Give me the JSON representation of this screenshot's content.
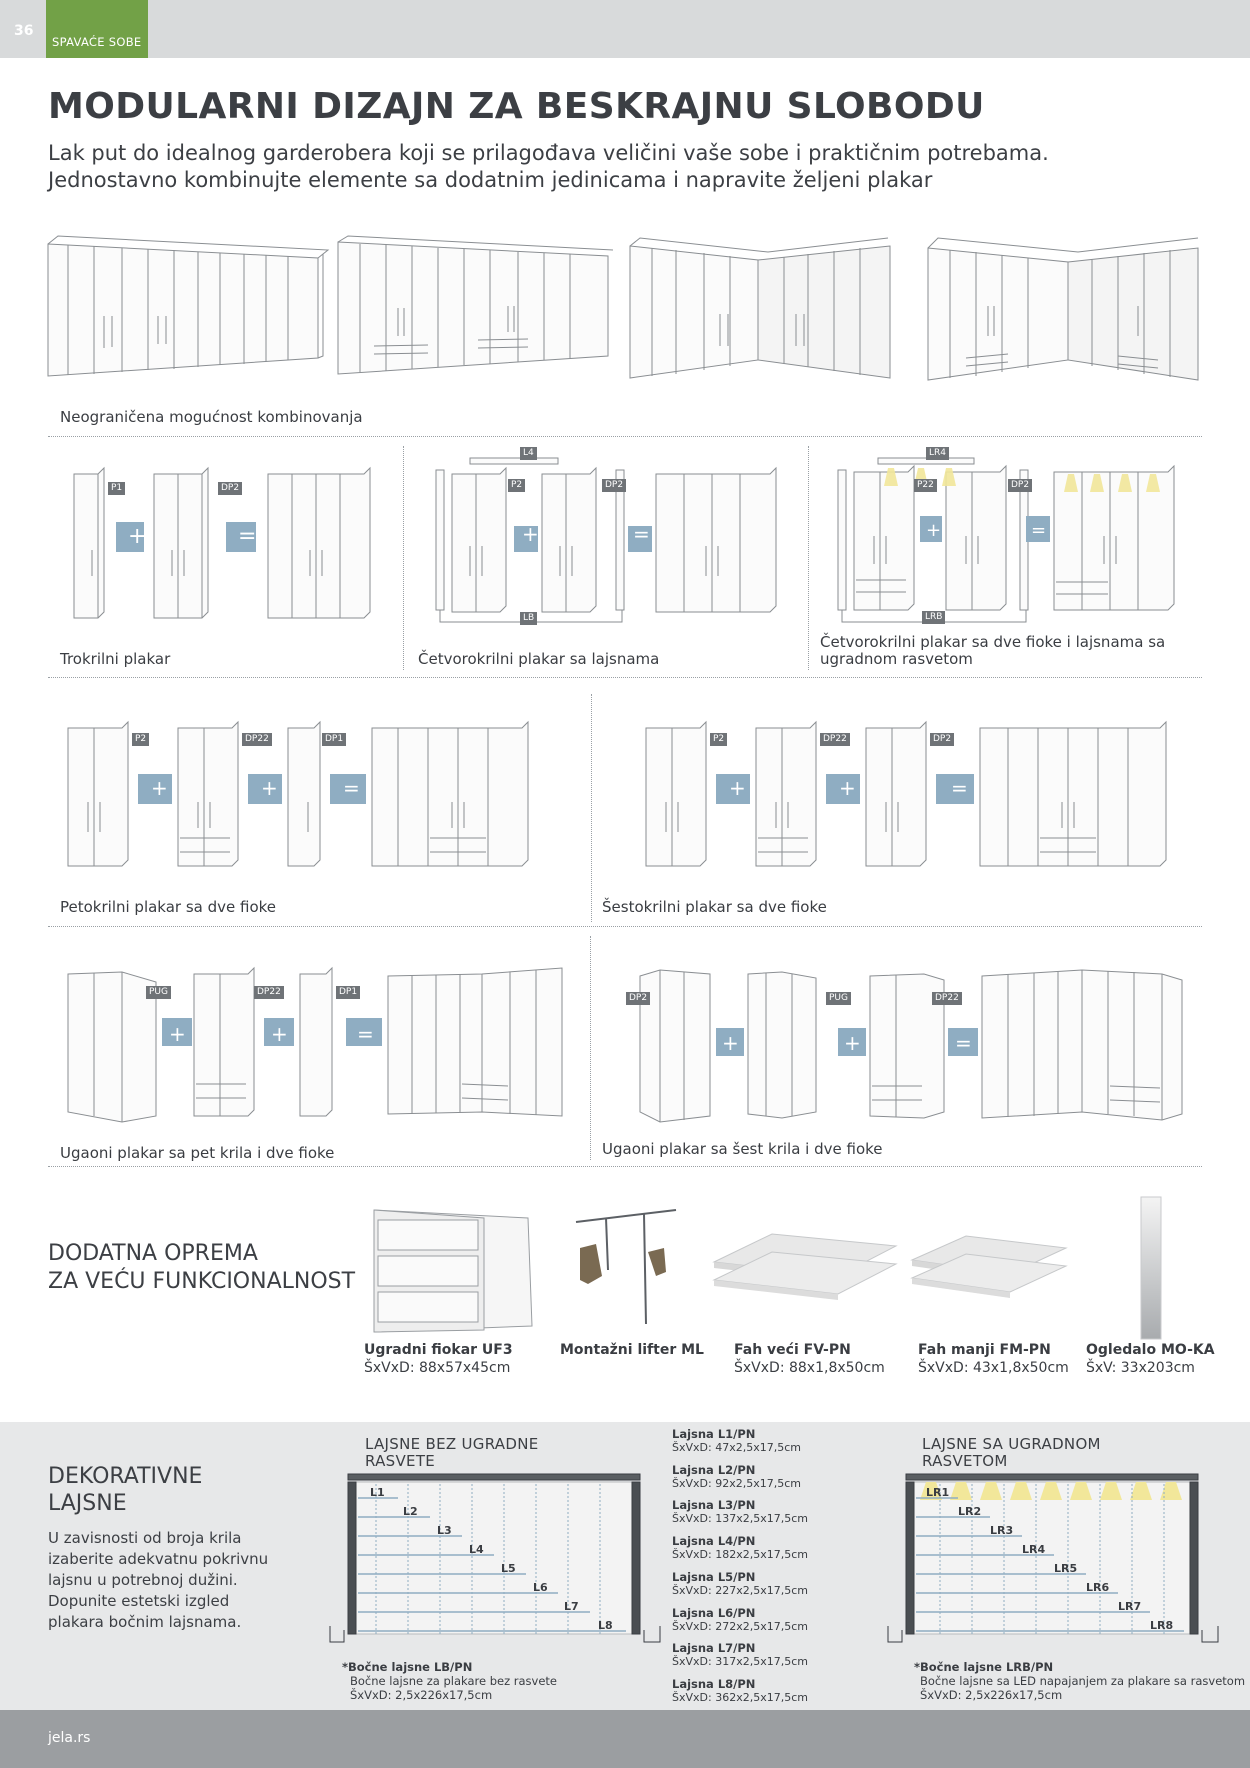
{
  "header": {
    "page_number": "36",
    "section": "SPAVAĆE SOBE"
  },
  "title": "MODULARNI DIZAJN ZA BESKRAJNU SLOBODU",
  "subtitle_line1": "Lak put do idealnog garderobera koji se prilagođava veličini vaše sobe i praktičnim potrebama.",
  "subtitle_line2": "Jednostavno kombinujte elemente sa dodatnim jedinicama i napravite željeni plakar",
  "captions": {
    "unlimited": "Neograničena mogućnost kombinovanja",
    "three_door": "Trokrilni plakar",
    "four_door": "Četvorokrilni plakar sa lajsnama",
    "four_door_led_1": "Četvorokrilni plakar sa dve fioke i lajsnama sa",
    "four_door_led_2": "ugradnom rasvetom",
    "five_door": "Petokrilni plakar sa dve fioke",
    "six_door": "Šestokrilni plakar sa dve fioke",
    "corner_five": "Ugaoni  plakar sa pet krila i dve fioke",
    "corner_six": "Ugaoni  plakar sa šest krila i dve fioke"
  },
  "tags": {
    "p1": "P1",
    "dp2": "DP2",
    "l4": "L4",
    "lb": "LB",
    "p2": "P2",
    "lr4": "LR4",
    "p22": "P22",
    "lrb": "LRB",
    "dp22": "DP22",
    "dp1": "DP1",
    "pug": "PUG"
  },
  "symbols": {
    "plus": "+",
    "equals": "="
  },
  "options": {
    "heading_line1": "DODATNA OPREMA",
    "heading_line2": "ZA VEĆU FUNKCIONALNOST",
    "items": [
      {
        "name": "Ugradni fiokar UF3",
        "dims": "ŠxVxD: 88x57x45cm"
      },
      {
        "name": "Montažni lifter ML",
        "dims": ""
      },
      {
        "name": "Fah veći FV-PN",
        "dims": "ŠxVxD: 88x1,8x50cm"
      },
      {
        "name": "Fah manji FM-PN",
        "dims": "ŠxVxD: 43x1,8x50cm"
      },
      {
        "name": "Ogledalo MO-KA",
        "dims": "ŠxV: 33x203cm"
      }
    ]
  },
  "decorative": {
    "heading_line1": "DEKORATIVNE",
    "heading_line2": "LAJSNE",
    "text_lines": [
      "U zavisnosti od broja krila",
      "izaberite adekvatnu pokrivnu",
      "lajsnu u potrebnoj dužini.",
      "Dopunite estetski izgled",
      "plakara bočnim lajsnama."
    ],
    "panel_left_title_1": "LAJSNE BEZ UGRADNE",
    "panel_left_title_2": "RASVETE",
    "panel_right_title_1": "LAJSNE SA UGRADNOM",
    "panel_right_title_2": "RASVETOM",
    "left_labels": [
      "L1",
      "L2",
      "L3",
      "L4",
      "L5",
      "L6",
      "L7",
      "L8"
    ],
    "right_labels": [
      "LR1",
      "LR2",
      "LR3",
      "LR4",
      "LR5",
      "LR6",
      "LR7",
      "LR8"
    ],
    "moldings": [
      {
        "name": "Lajsna L1/PN",
        "dims": "ŠxVxD: 47x2,5x17,5cm"
      },
      {
        "name": "Lajsna L2/PN",
        "dims": "ŠxVxD: 92x2,5x17,5cm"
      },
      {
        "name": "Lajsna L3/PN",
        "dims": "ŠxVxD: 137x2,5x17,5cm"
      },
      {
        "name": "Lajsna L4/PN",
        "dims": "ŠxVxD: 182x2,5x17,5cm"
      },
      {
        "name": "Lajsna L5/PN",
        "dims": "ŠxVxD: 227x2,5x17,5cm"
      },
      {
        "name": "Lajsna L6/PN",
        "dims": "ŠxVxD: 272x2,5x17,5cm"
      },
      {
        "name": "Lajsna L7/PN",
        "dims": "ŠxVxD: 317x2,5x17,5cm"
      },
      {
        "name": "Lajsna L8/PN",
        "dims": "ŠxVxD: 362x2,5x17,5cm"
      }
    ],
    "note_left": {
      "name": "*Bočne lajsne LB/PN",
      "line1": "Bočne lajsne za plakare bez rasvete",
      "line2": "ŠxVxD: 2,5x226x17,5cm"
    },
    "note_right": {
      "name": "*Bočne lajsne LRB/PN",
      "line1": "Bočne lajsne sa LED napajanjem za plakare sa rasvetom",
      "line2": "ŠxVxD: 2,5x226x17,5cm"
    }
  },
  "footer": {
    "site": "jela.rs"
  },
  "colors": {
    "green": "#72a147",
    "bar_gray": "#d8dadb",
    "footer_gray": "#9b9ea1",
    "connector_blue": "#8fadc2"
  }
}
